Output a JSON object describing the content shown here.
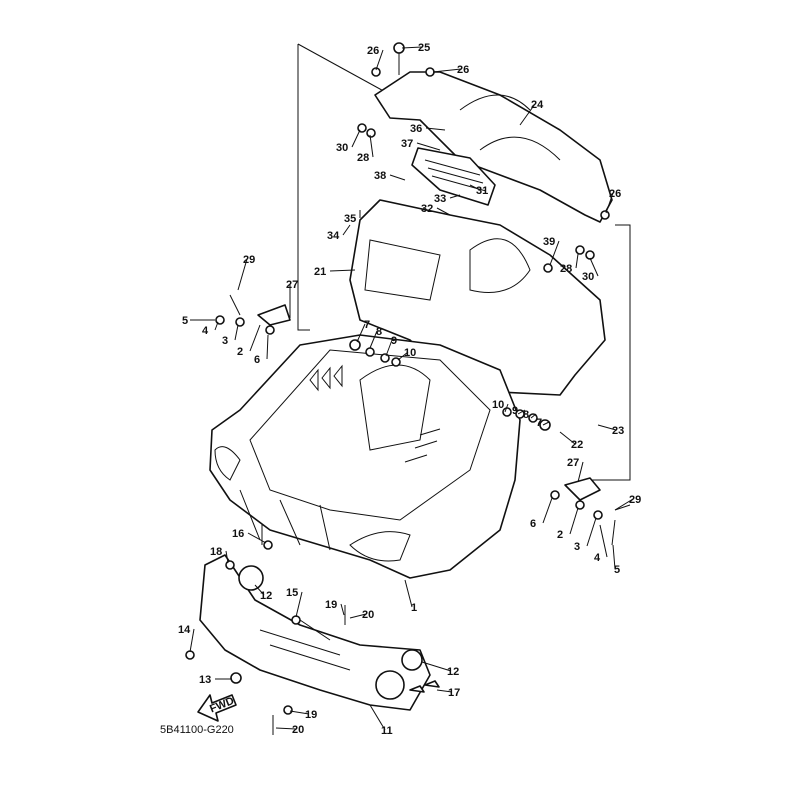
{
  "diagram": {
    "code": "5B41100-G220",
    "fwd_label": "FWD",
    "callouts": [
      "26",
      "25",
      "26",
      "24",
      "30",
      "28",
      "36",
      "37",
      "38",
      "31",
      "33",
      "32",
      "35",
      "34",
      "26",
      "39",
      "28",
      "30",
      "21",
      "29",
      "27",
      "5",
      "4",
      "3",
      "2",
      "6",
      "7",
      "8",
      "9",
      "10",
      "10",
      "9",
      "8",
      "7",
      "23",
      "22",
      "27",
      "29",
      "6",
      "2",
      "3",
      "4",
      "5",
      "16",
      "18",
      "12",
      "15",
      "19",
      "20",
      "1",
      "14",
      "12",
      "13",
      "17",
      "19",
      "20",
      "11"
    ]
  }
}
